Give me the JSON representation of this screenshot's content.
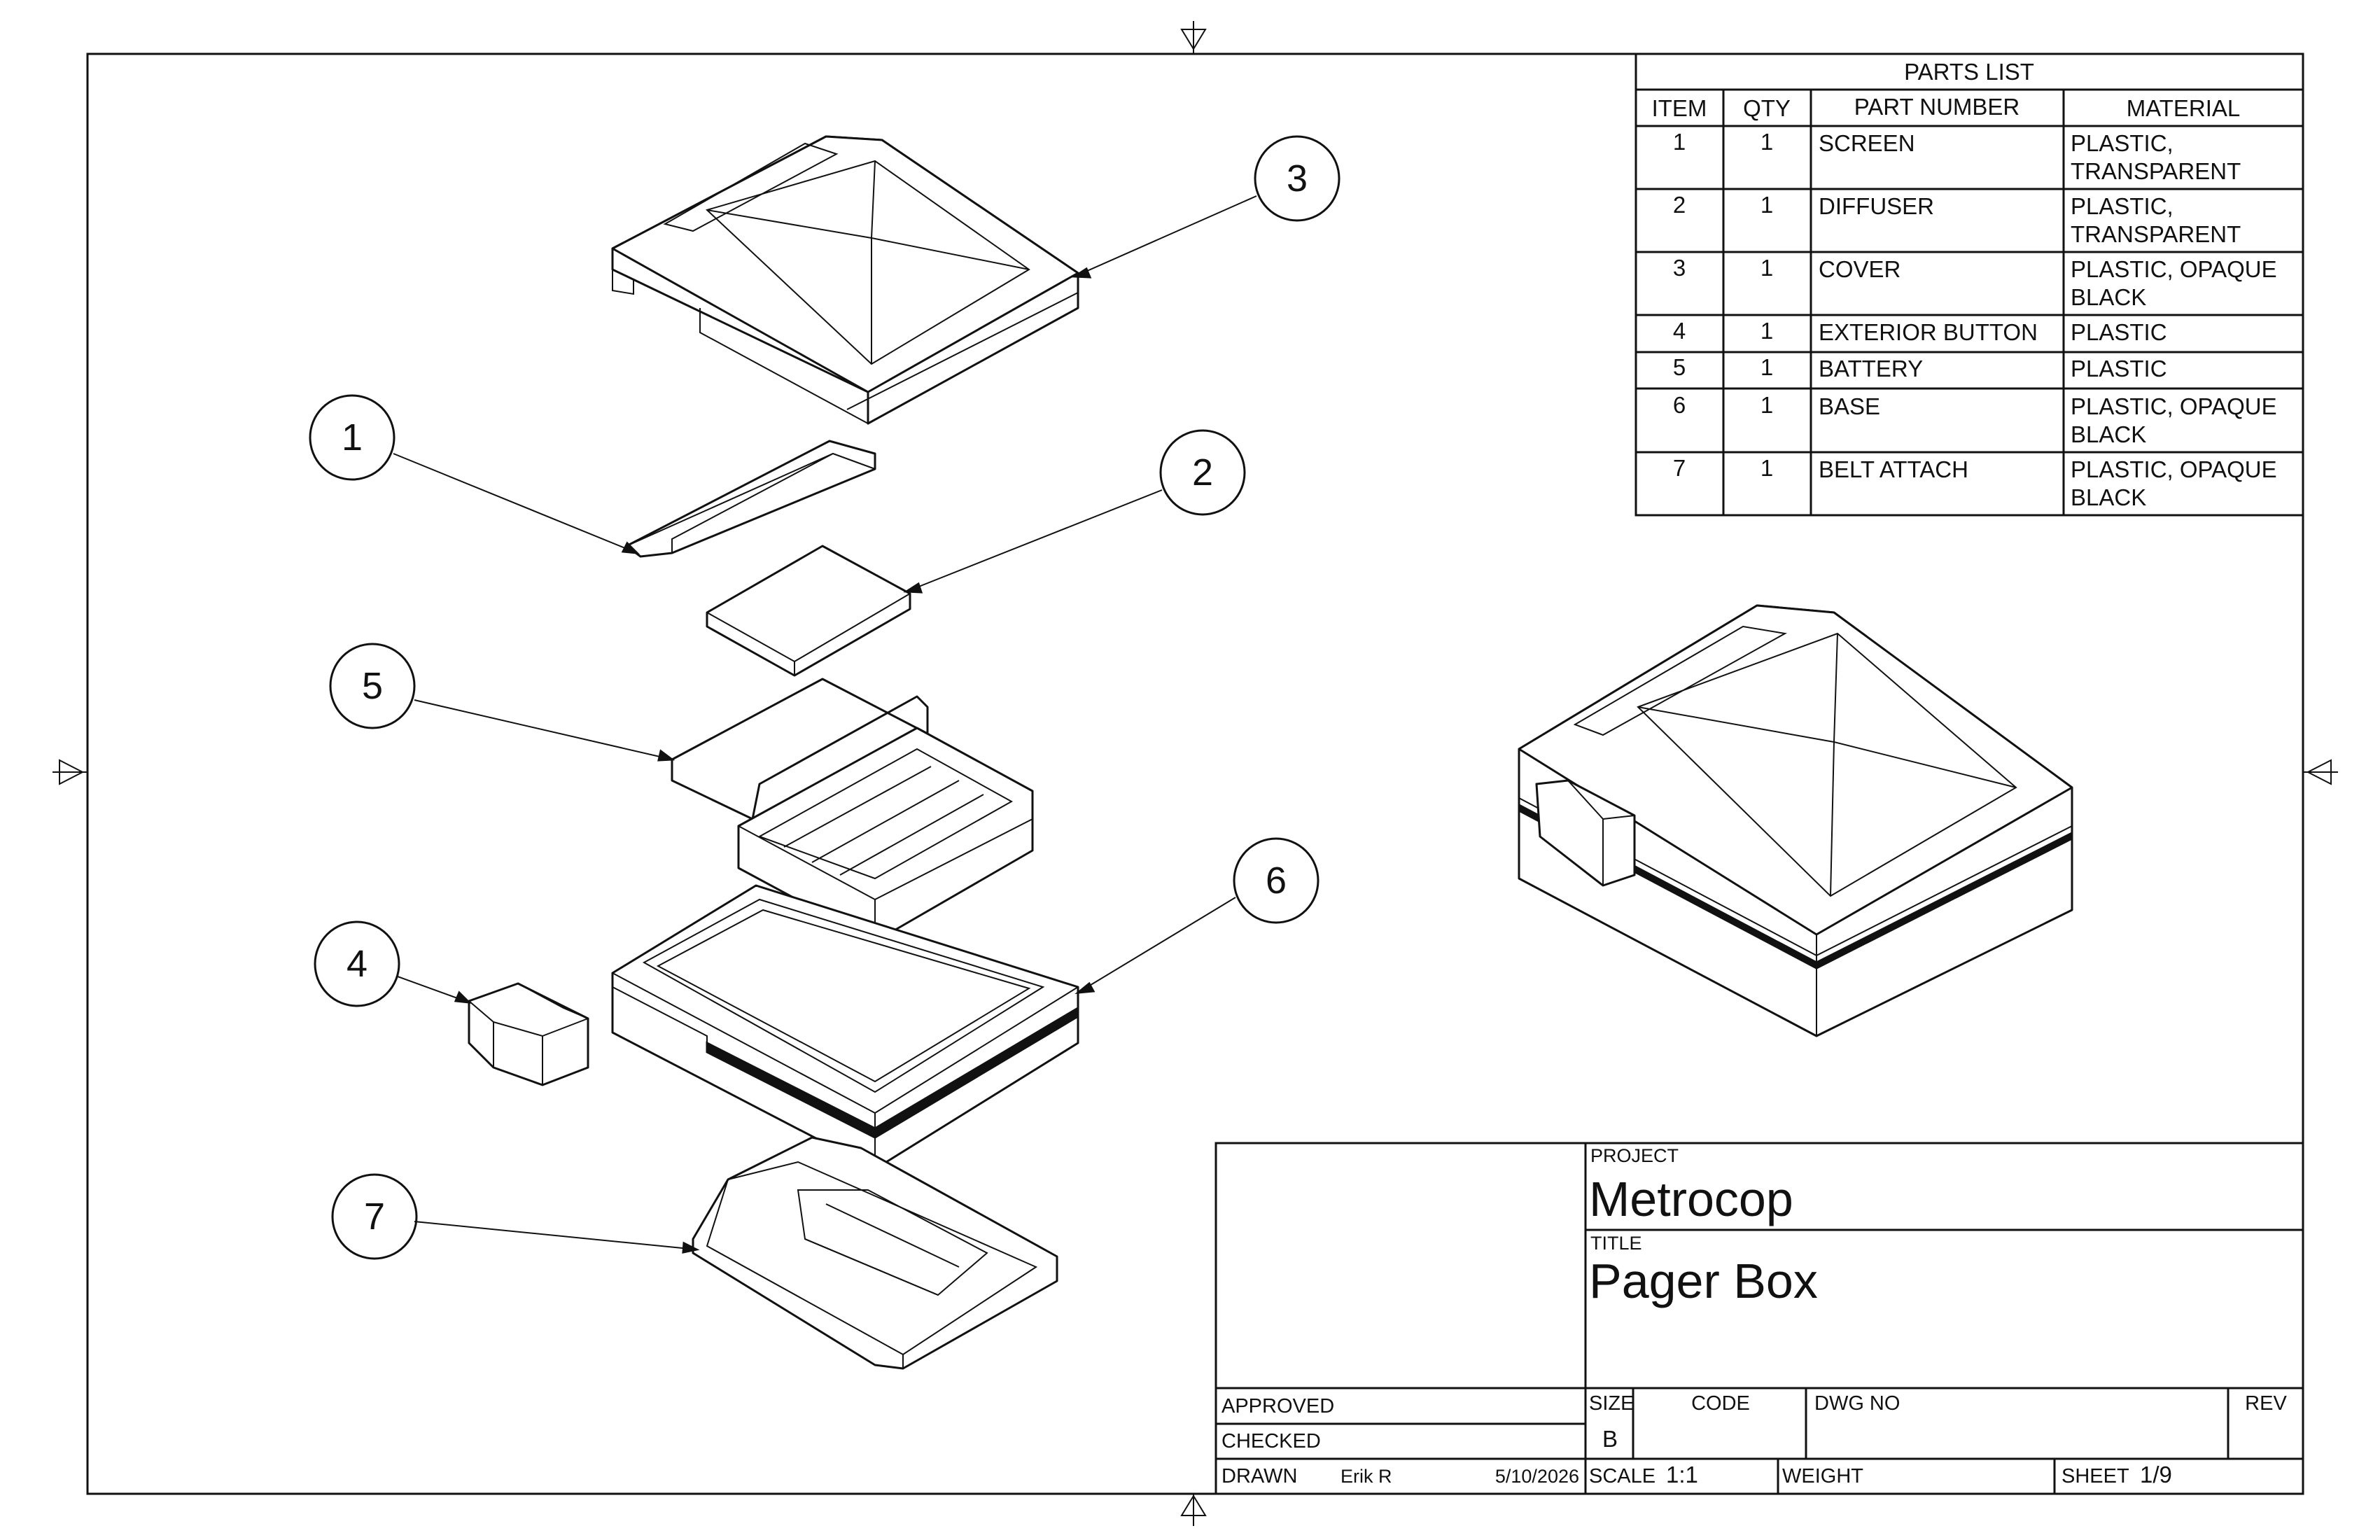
{
  "parts_list": {
    "title": "PARTS LIST",
    "headers": [
      "ITEM",
      "QTY",
      "PART NUMBER",
      "MATERIAL"
    ],
    "rows": [
      {
        "item": "1",
        "qty": "1",
        "part": "SCREEN",
        "material": [
          "PLASTIC,",
          "TRANSPARENT"
        ]
      },
      {
        "item": "2",
        "qty": "1",
        "part": "DIFFUSER",
        "material": [
          "PLASTIC,",
          "TRANSPARENT"
        ]
      },
      {
        "item": "3",
        "qty": "1",
        "part": "COVER",
        "material": [
          "PLASTIC, OPAQUE",
          "BLACK"
        ]
      },
      {
        "item": "4",
        "qty": "1",
        "part": "EXTERIOR BUTTON",
        "material": [
          "PLASTIC"
        ]
      },
      {
        "item": "5",
        "qty": "1",
        "part": "BATTERY",
        "material": [
          "PLASTIC"
        ]
      },
      {
        "item": "6",
        "qty": "1",
        "part": "BASE",
        "material": [
          "PLASTIC, OPAQUE",
          "BLACK"
        ]
      },
      {
        "item": "7",
        "qty": "1",
        "part": "BELT ATTACH",
        "material": [
          "PLASTIC, OPAQUE",
          "BLACK"
        ]
      }
    ]
  },
  "balloons": [
    "1",
    "2",
    "3",
    "4",
    "5",
    "6",
    "7"
  ],
  "title_block": {
    "project_label": "PROJECT",
    "project": "Metrocop",
    "title_label": "TITLE",
    "title": "Pager Box",
    "approved_label": "APPROVED",
    "checked_label": "CHECKED",
    "drawn_label": "DRAWN",
    "drawn_by": "Erik R",
    "drawn_date": "5/10/2026",
    "size_label": "SIZE",
    "size": "B",
    "code_label": "CODE",
    "dwg_no_label": "DWG NO",
    "rev_label": "REV",
    "scale_label": "SCALE",
    "scale": "1:1",
    "weight_label": "WEIGHT",
    "sheet_label": "SHEET",
    "sheet": "1/9"
  }
}
